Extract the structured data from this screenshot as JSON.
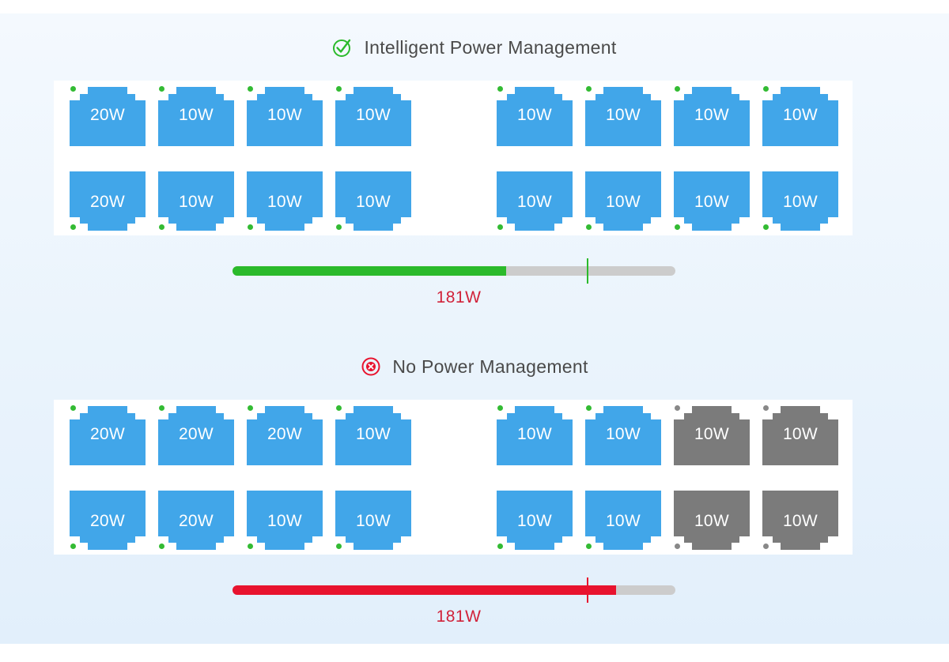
{
  "colors": {
    "port_active": "#41a6e9",
    "port_inactive": "#7b7b7b",
    "led_active": "#33bb33",
    "led_inactive": "#888888",
    "good_bar": "#2bba2b",
    "bad_bar": "#e8132e",
    "bar_track": "#cccccc",
    "value_text": "#d1223a"
  },
  "sections": [
    {
      "title": "Intelligent Power Management",
      "status_icon": "check-circle-icon",
      "ports": {
        "top": [
          {
            "watts": "20W",
            "active": true
          },
          {
            "watts": "10W",
            "active": true
          },
          {
            "watts": "10W",
            "active": true
          },
          {
            "watts": "10W",
            "active": true
          },
          {
            "watts": "10W",
            "active": true
          },
          {
            "watts": "10W",
            "active": true
          },
          {
            "watts": "10W",
            "active": true
          },
          {
            "watts": "10W",
            "active": true
          }
        ],
        "bottom": [
          {
            "watts": "20W",
            "active": true
          },
          {
            "watts": "10W",
            "active": true
          },
          {
            "watts": "10W",
            "active": true
          },
          {
            "watts": "10W",
            "active": true
          },
          {
            "watts": "10W",
            "active": true
          },
          {
            "watts": "10W",
            "active": true
          },
          {
            "watts": "10W",
            "active": true
          },
          {
            "watts": "10W",
            "active": true
          }
        ]
      },
      "power_bar": {
        "fill_fraction": 0.618,
        "limit_fraction": 0.802,
        "value_label": "181W"
      }
    },
    {
      "title": "No Power Management",
      "status_icon": "x-circle-icon",
      "ports": {
        "top": [
          {
            "watts": "20W",
            "active": true
          },
          {
            "watts": "20W",
            "active": true
          },
          {
            "watts": "20W",
            "active": true
          },
          {
            "watts": "10W",
            "active": true
          },
          {
            "watts": "10W",
            "active": true
          },
          {
            "watts": "10W",
            "active": true
          },
          {
            "watts": "10W",
            "active": false
          },
          {
            "watts": "10W",
            "active": false
          }
        ],
        "bottom": [
          {
            "watts": "20W",
            "active": true
          },
          {
            "watts": "20W",
            "active": true
          },
          {
            "watts": "10W",
            "active": true
          },
          {
            "watts": "10W",
            "active": true
          },
          {
            "watts": "10W",
            "active": true
          },
          {
            "watts": "10W",
            "active": true
          },
          {
            "watts": "10W",
            "active": false
          },
          {
            "watts": "10W",
            "active": false
          }
        ]
      },
      "power_bar": {
        "fill_fraction": 0.866,
        "limit_fraction": 0.802,
        "value_label": "181W"
      }
    }
  ]
}
